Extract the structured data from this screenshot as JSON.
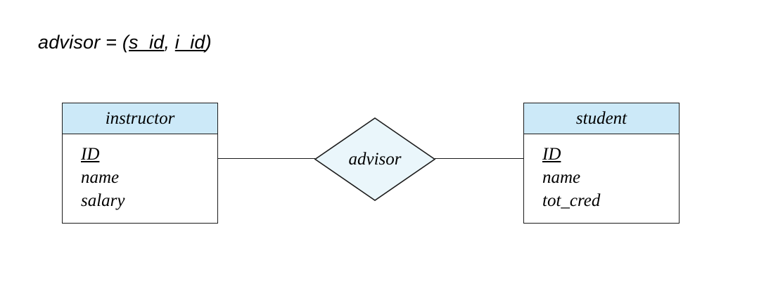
{
  "diagram": {
    "type": "er-diagram",
    "title_formula": {
      "relation_name": "advisor",
      "equals": "=",
      "open_paren": "(",
      "attr1": "s_id",
      "separator": ", ",
      "attr2": "i_id",
      "close_paren": ")"
    },
    "colors": {
      "entity_header_fill": "#cce9f8",
      "entity_body_fill": "#ffffff",
      "relationship_fill": "#eaf6fb",
      "stroke": "#1b1b1b",
      "text": "#000000"
    },
    "entities": [
      {
        "name": "instructor",
        "attributes": [
          {
            "label": "ID",
            "is_key": true
          },
          {
            "label": "name",
            "is_key": false
          },
          {
            "label": "salary",
            "is_key": false
          }
        ]
      },
      {
        "name": "student",
        "attributes": [
          {
            "label": "ID",
            "is_key": true
          },
          {
            "label": "name",
            "is_key": false
          },
          {
            "label": "tot_cred",
            "is_key": false
          }
        ]
      }
    ],
    "relationships": [
      {
        "name": "advisor",
        "shape": "diamond",
        "connects": [
          "instructor",
          "student"
        ]
      }
    ]
  }
}
